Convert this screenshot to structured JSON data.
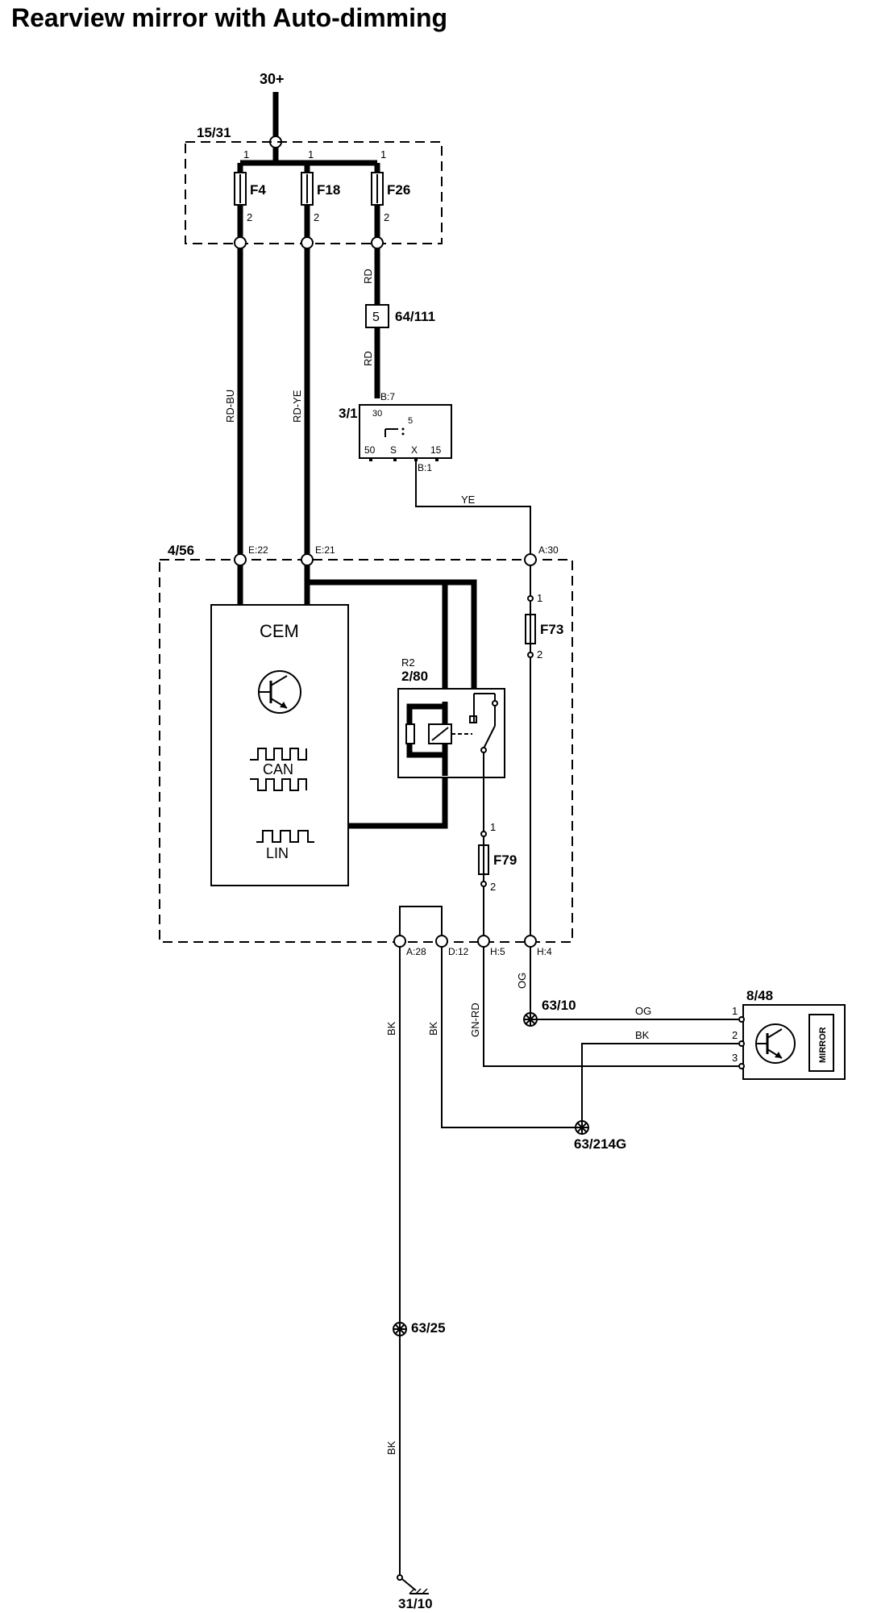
{
  "title": "Rearview mirror with Auto-dimming",
  "power_label": "30+",
  "fuse_box": {
    "id": "15/31",
    "fuses": [
      "F4",
      "F18",
      "F26"
    ],
    "pin_top": "1",
    "pin_bottom": "2"
  },
  "connector": {
    "id": "64/111",
    "pin": "5"
  },
  "ignition_switch": {
    "id": "3/1",
    "pin_in": "B:7",
    "pin_out": "B:1",
    "terminals": [
      "30",
      "5",
      "50",
      "S",
      "X",
      "15"
    ]
  },
  "cem": {
    "id": "4/56",
    "label": "CEM",
    "bus_can": "CAN",
    "bus_lin": "LIN",
    "pins_top": [
      "E:22",
      "E:21",
      "A:30"
    ],
    "pins_bottom": [
      "A:28",
      "D:12",
      "H:5",
      "H:4"
    ]
  },
  "relay": {
    "ref": "R2",
    "id": "2/80"
  },
  "fuses_internal": [
    {
      "name": "F73",
      "pin_top": "1",
      "pin_bottom": "2"
    },
    {
      "name": "F79",
      "pin_top": "1",
      "pin_bottom": "2"
    }
  ],
  "mirror": {
    "id": "8/48",
    "label": "MIRROR",
    "pins": [
      "1",
      "2",
      "3"
    ]
  },
  "splices": [
    "63/10",
    "63/214G",
    "63/25"
  ],
  "ground": "31/10",
  "wire_colors": {
    "rd_bu": "RD-BU",
    "rd_ye": "RD-YE",
    "rd_upper": "RD",
    "rd_lower": "RD",
    "ye": "YE",
    "og_vertical": "OG",
    "og_horizontal": "OG",
    "bk_main": "BK",
    "bk_d12": "BK",
    "bk_mirror": "BK",
    "bk_ground": "BK",
    "gn_rd": "GN-RD"
  }
}
